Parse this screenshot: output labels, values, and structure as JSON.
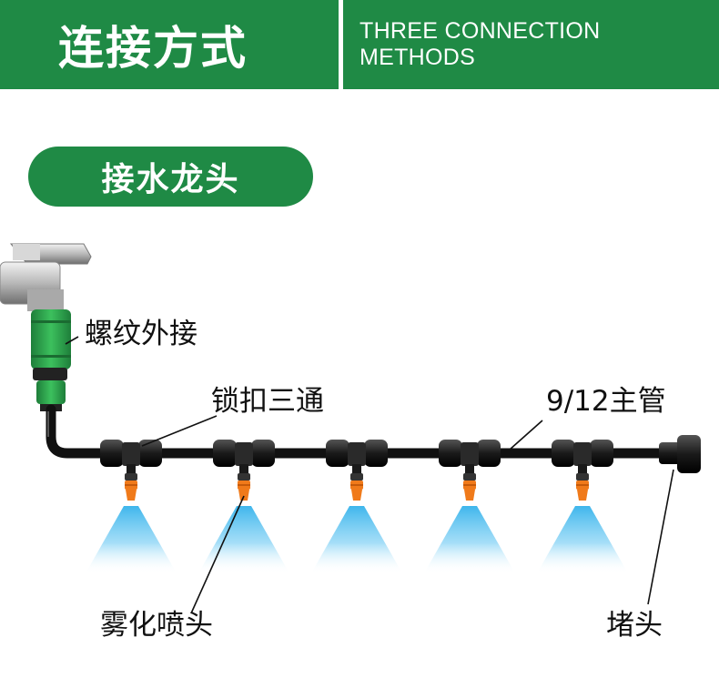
{
  "header": {
    "title_cn": "连接方式",
    "title_en": "THREE CONNECTION METHODS"
  },
  "section": {
    "title": "接水龙头"
  },
  "labels": {
    "thread_connector": "螺纹外接",
    "lock_tee": "锁扣三通",
    "main_pipe": "9/12主管",
    "mist_nozzle": "雾化喷头",
    "end_plug": "堵头"
  },
  "colors": {
    "brand_green": "#1f8a45",
    "pipe": "#111111",
    "nozzle_orange": "#f07a1a",
    "mist_blue": "#3fb6ec",
    "connector_green": "#2fa84f"
  },
  "diagram": {
    "tee_count": 5
  }
}
